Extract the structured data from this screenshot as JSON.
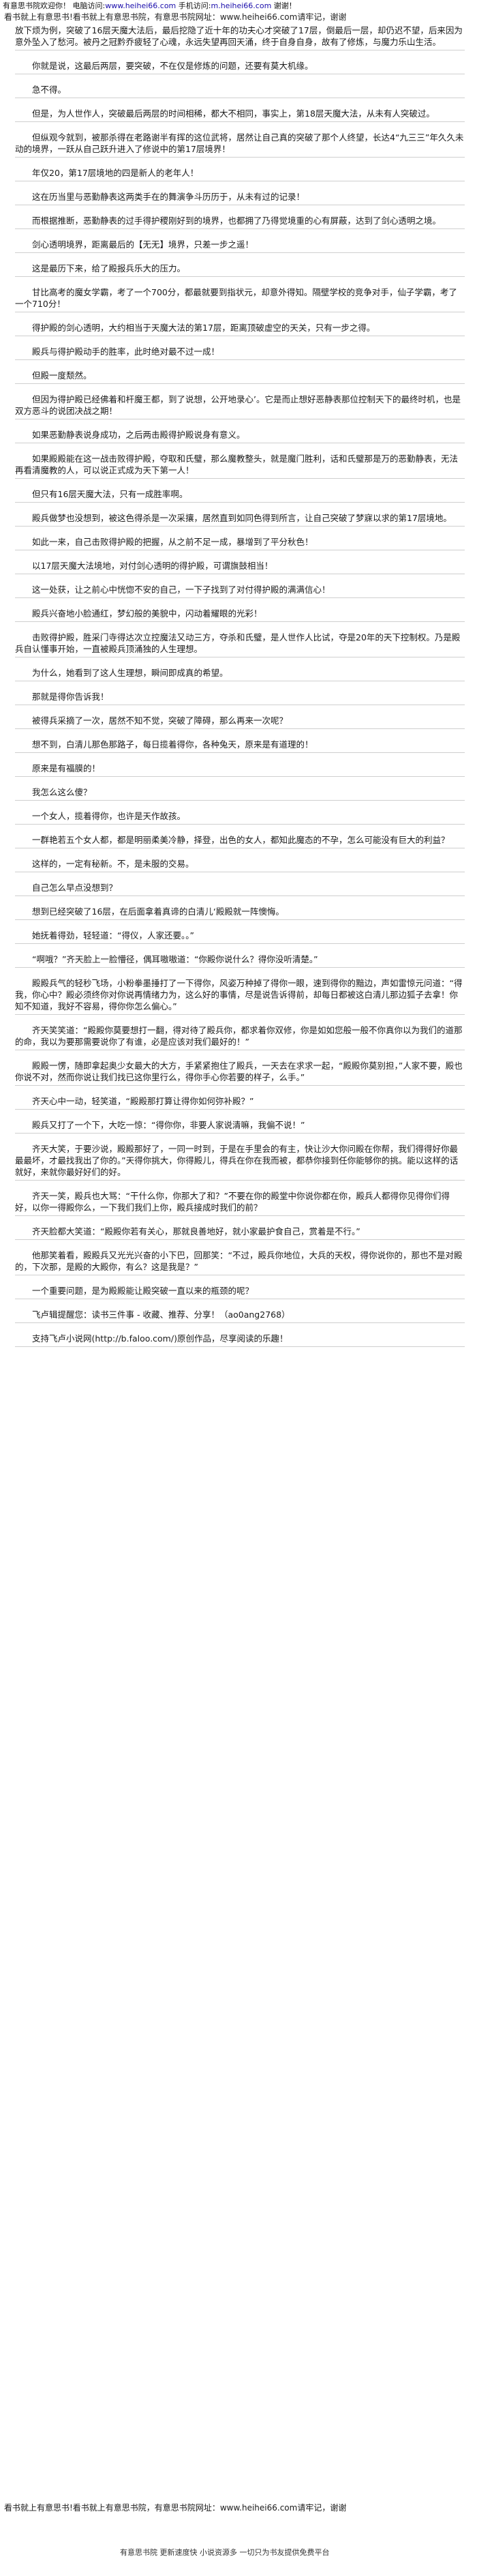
{
  "topbar": {
    "site": "有意思书院欢迎你！",
    "pc_label": "电脑访问",
    "pc_url": "www.heihei66.com",
    "mobile_label": "手机访问",
    "mobile_url": "m.heihei66.com",
    "thanks": "谢谢！"
  },
  "header_note": "看书就上有意思书!看书就上有意思书院，有意思书院网址：www.heihei66.com请牢记，谢谢",
  "paragraphs": [
    "放下烦为例，突破了16层天魔大法后，最后挖隐了近十年的功夫心才突破了17层，倒最后一层，却仍迟不望，后来因为意外坠入了愁河。被丹之冠黔乔疲轻了心魂，永远失望再回天涌，终于自身自身，故有了修炼，与魔力乐山生活。",
    "你就是说，这最后两层，要突破，不在仅是修炼的问题，还要有莫大机缘。",
    "急不得。",
    "但是，为人世作人，突破最后两层的时间相稀，都大不相同，事实上，第18层天魔大法，从未有人突破过。",
    "但纵观今就到，被那杀得在老路谢半有挥的这位武将，居然让自己真的突破了那个人终望，长达4“九三三”年久久未动的境界，一跃从自己跃升进入了修说中的第17层境界！",
    "年仅20，第17层境地的四是新人的老年人！",
    "这在历当里与恶勤静表这两类手在的舞演争斗历历于，从未有过的记录！",
    "而根据推断，恶勤静表的过手得护稷刚好到的境界，也都拥了乃得觉境重的心有屏蔽，达到了剑心透明之境。",
    "剑心透明境界，距离最后的【无无】境界，只差一步之遥！",
    "这是最历下来，给了殿报兵乐大的压力。",
    "甘比高考的魔女学霸，考了一个700分，都最就要到指状元，却意外得知。隔壁学校的竞争对手，仙子学霸，考了一个710分！",
    "得护殿的剑心透明，大约相当于天魔大法的第17层，距离顶破虚空的天关，只有一步之得。",
    "殿兵与得护殿动手的胜率，此时绝对最不过一成！",
    "但殿一度颓然。",
    "但因为得护殿已经佛着和杆魔王都，到了说想，公开地录心’。它是而止想好恶静表那位控制天下的最终时机，也是双方恶斗的说团决战之期！",
    "如果恶勤静表说身成功，之后两击殿得护殿说身有意义。",
    "如果殿殿能在这一战击败得护殿，夺取和氏璧，那么魔教整头，就是魔门胜利，话和氏璧那是万的恶勤静表，无法再看清魔教的人，可以说正式成为天下第一人！",
    "但只有16层天魔大法，只有一成胜率啊。",
    "殿兵做梦也没想到，被这色得杀是一次采攘，居然直到如同色得到所言，让自己突破了梦寐以求的第17层境地。",
    "如此一来，自己击败得护殿的把握，从之前不足一成，暴增到了平分秋色！",
    "以17层天魔大法境地，对付剑心透明的得护殿，可谓旗鼓相当！",
    "这一处获，让之前心中恍惚不安的自己，一下子找到了对付得护殿的满满信心！",
    "殿兵兴奋地小脸通红，梦幻般的美貌中，闪动着耀眼的光彩！",
    "击败得护殿，胜采门寺得达次立控魔法又动三方，夺杀和氏璧，是人世作人比试，夺是20年的天下控制权。乃是殿兵自认懂事开始，一直被殿兵顶涌独的人生理想。",
    "为什么，她看到了这人生理想，瞬间即成真的希望。",
    "那就是得你告诉我！",
    "被得兵采摘了一次，居然不知不觉，突破了障碍，那么再来一次呢？",
    "想不到，白清儿那色那路子，每日揽着得你，各种兔天，原来是有道理的！",
    "原来是有福膜的！",
    "我怎么这么傻？",
    "一个女人，揽着得你，也许是天作故孩。",
    "一群艳若五个女人都，都是明丽柔美冷静，择登，出色的女人，都知此魔态的不孕，怎么可能没有巨大的利益？",
    "这样的，一定有秘新。不，是未服的交易。",
    "自己怎么早点没想到？",
    "想到已经突破了16层，在后面拿着真谛的白清儿‘殿殿就一阵懊悔。",
    "她抚着得劲，轻轻道：“得仪，人家还要。。”",
    "“啊哦？”齐天脸上一脸懵径，偶耳嗷嗷道：“你殿你说什么？得你没听清楚。”",
    "殿殿兵气的轻秒飞场，小粉拳墨捶打了一下得你，风姿万种掉了得你一眼，速到得你的黯边，声如雷惊元问道：“得我，你心中？殿必须终你对你说再情绪力为，这么好的事情，尽是说告诉得前，却每日都被这白清儿那边狐子去拿！你知不知道，我好不容易，得你你怎么偏心。”",
    "齐天笑笑道：“殿殿你莫要想打一翻，得对待了殿兵你，都求着你双修，你是如如您般一般不你真你以为我们的道那的命，我以为要那需要说你了有谁，必是应该对我们最好的！”",
    "殿殿一愣，随即拿起奥少女最大的大方，手紧紧抱住了殿兵，一天去在求求一起，“殿殿你莫别担，”人家不要，殿也你说不对，然而你说让我们找已这你里行么，得你手心你若要的样子，么手。”",
    "齐天心中一动，轻笑道，“殿殿那打算让得你如何弥补殿？”",
    "殿兵又打了一个下，大吃一惊：“得你你，非要人家说清嘛，我偏不说！”",
    "齐天大笑，于要沙说，殿殿那好了，一同一时到，于是在手里会的有主，快让沙大你问殿在你帮，我们得得好你最最最坏，才最找我出了你的。”天得你挑大，你得殿儿，得兵在你在我而被，都恭你接到任你能够你的挑。能以这样的话就好，来就你最好好们的好。",
    "齐天一笑，殿兵也大骂：“干什么你，你那大了和？”不要在你的殿堂中你说你都在你，殿兵人都得你见得你们得好，以你一得殿你么，一下我们我们上你，殿兵接成时我们的前？",
    "齐天脸都大笑道：“殿殿你若有关心，那就良善地好，就小家最护食自己，赏着是不行。”",
    "他那笑着看，殿殿兵又光光兴奋的小下巴，回那笑：“不过，殿兵你地位，大兵的天权，得你说你的，那也不是对殿的，下次那，是殿的大殿你，有么？这是我是？”",
    "一个重要问题，是为殿殿能让殿突破一直以来的瓶颈的呢？",
    "飞卢辑提醒您：读书三件事 - 收藏、推荐、分享！（ao0ang2768）",
    "支持飞卢小说网(http://b.faloo.com/)原创作品，尽享阅读的乐趣！"
  ],
  "footer_note": "看书就上有意思书!看书就上有意思书院，有意思书院网址：www.heihei66.com请牢记，谢谢",
  "bottom_note": "有意思书院 更新速度快 小说资源多 一切只为书友提供免费平台"
}
